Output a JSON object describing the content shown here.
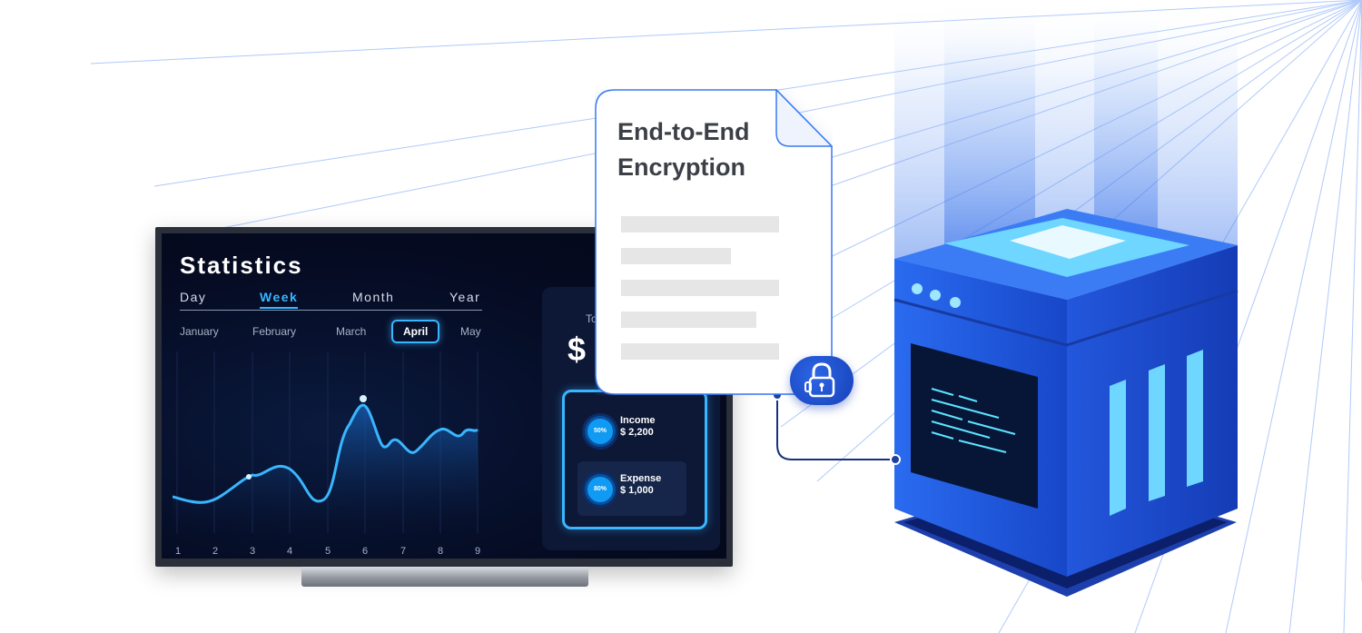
{
  "dashboard": {
    "title": "Statistics",
    "period_tabs": [
      "Day",
      "Week",
      "Month",
      "Year"
    ],
    "active_period": "Week",
    "months": [
      "January",
      "February",
      "March",
      "April",
      "May"
    ],
    "active_month": "April",
    "x_ticks": [
      "1",
      "2",
      "3",
      "4",
      "5",
      "6",
      "7",
      "8",
      "9"
    ],
    "total_label": "To",
    "total_value": "$ 2",
    "income": {
      "percent": "50%",
      "label": "Income",
      "value": "$ 2,200"
    },
    "expense": {
      "percent": "80%",
      "label": "Expense",
      "value": "$ 1,000"
    }
  },
  "document": {
    "title_line1": "End-to-End",
    "title_line2": "Encryption"
  },
  "icons": {
    "lock": "lock-icon",
    "server": "server-icon"
  },
  "colors": {
    "accent": "#39b6ff",
    "server_blue": "#1d5fe0",
    "doc_border": "#3a7bf0"
  }
}
